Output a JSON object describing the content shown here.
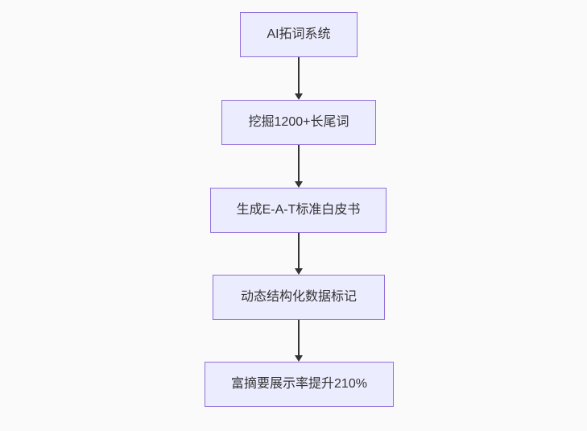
{
  "canvas": {
    "background": "#fafafa"
  },
  "flowchart": {
    "type": "flowchart",
    "direction": "top-down",
    "node_fill": "#ececff",
    "node_border": "#9370db",
    "arrow_color": "#333333",
    "text_color": "#333333",
    "nodes": [
      {
        "label": "AI拓词系统"
      },
      {
        "label": "挖掘1200+长尾词"
      },
      {
        "label": "生成E-A-T标准白皮书"
      },
      {
        "label": "动态结构化数据标记"
      },
      {
        "label": "富摘要展示率提升210%"
      }
    ],
    "edges": [
      {
        "from": 0,
        "to": 1
      },
      {
        "from": 1,
        "to": 2
      },
      {
        "from": 2,
        "to": 3
      },
      {
        "from": 3,
        "to": 4
      }
    ]
  }
}
